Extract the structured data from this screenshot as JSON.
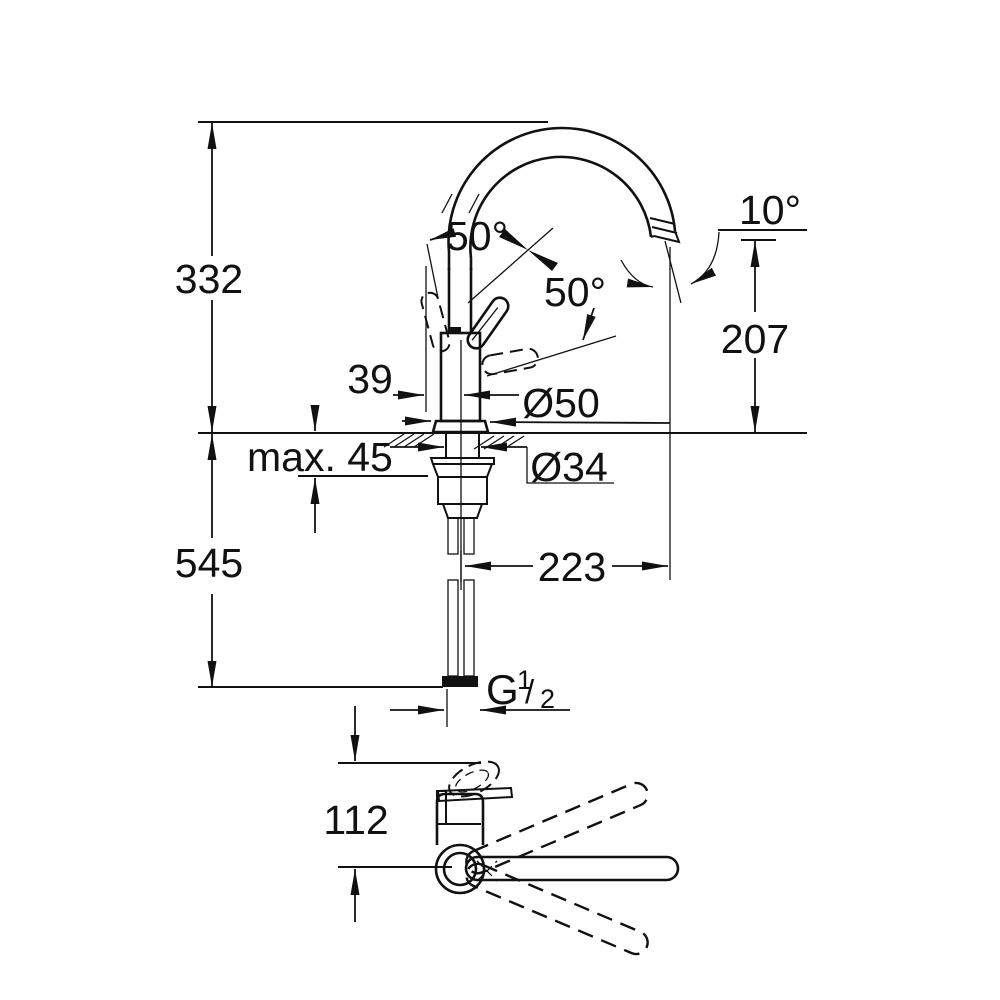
{
  "drawing": {
    "type": "technical-dimension-drawing",
    "subject": "single-lever kitchen faucet, front view and top (swivel) view",
    "colors": {
      "line": "#111111",
      "background": "#ffffff"
    },
    "labels": {
      "height_spout": "332",
      "height_below": "545",
      "handle_offset": "39",
      "counter_thickness": "max. 45",
      "base_diameter": "Ø50",
      "hole_diameter": "Ø34",
      "reach": "223",
      "outlet_height": "207",
      "outlet_angle": "10°",
      "handle_angle_left": "50°",
      "handle_angle_right": "50°",
      "base_depth": "112",
      "thread_g": "G",
      "thread_num": "1",
      "thread_slash": "/",
      "thread_den": "2"
    }
  }
}
